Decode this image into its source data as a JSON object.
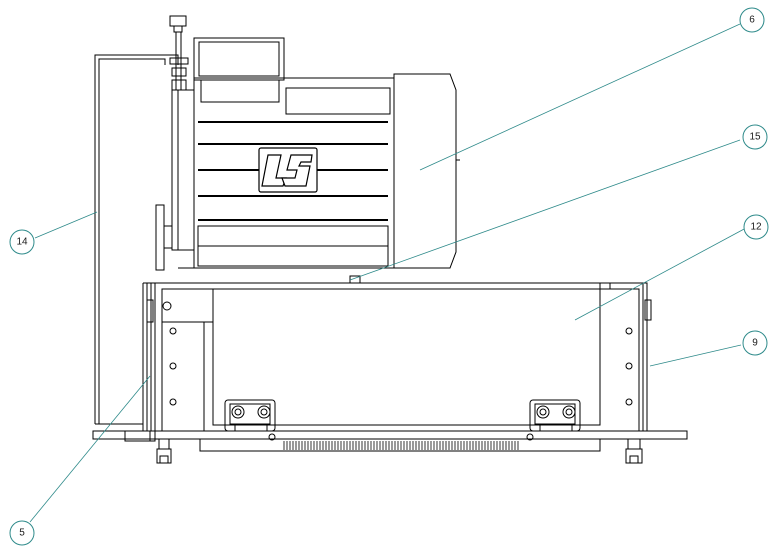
{
  "callouts": [
    {
      "id": "c6",
      "label": "6"
    },
    {
      "id": "c15",
      "label": "15"
    },
    {
      "id": "c12",
      "label": "12"
    },
    {
      "id": "c9",
      "label": "9"
    },
    {
      "id": "c14",
      "label": "14"
    },
    {
      "id": "c5",
      "label": "5"
    }
  ],
  "colors": {
    "line": "#000000",
    "leader": "#2e8a8a",
    "callout_circle": "#2e8a8a"
  }
}
